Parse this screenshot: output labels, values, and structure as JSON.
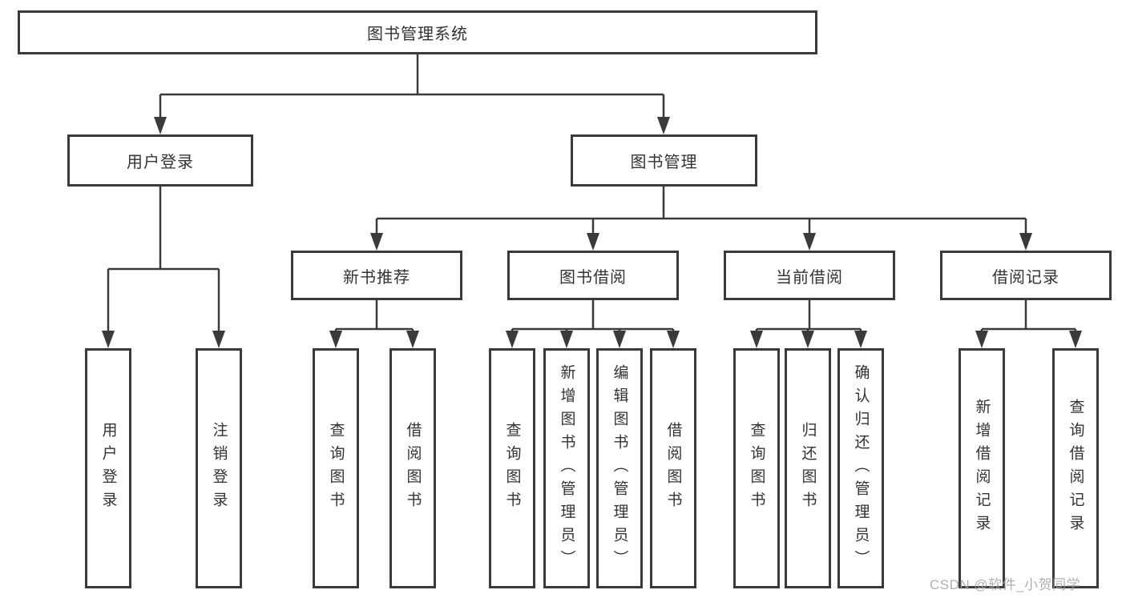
{
  "nodes": {
    "root": "图书管理系统",
    "user_login": "用户登录",
    "book_management": "图书管理",
    "new_book_recommend": "新书推荐",
    "book_borrow": "图书借阅",
    "current_borrow": "当前借阅",
    "borrow_records": "借阅记录",
    "leaf_user_login": "用户登录",
    "leaf_logout": "注销登录",
    "leaf_query_book_1": "查询图书",
    "leaf_borrow_book_1": "借阅图书",
    "leaf_query_book_2": "查询图书",
    "leaf_add_book": "新增图书（管理员）",
    "leaf_edit_book": "编辑图书（管理员）",
    "leaf_borrow_book_2": "借阅图书",
    "leaf_query_book_3": "查询图书",
    "leaf_return_book": "归还图书",
    "leaf_confirm_return": "确认归还（管理员）",
    "leaf_add_record": "新增借阅记录",
    "leaf_query_record": "查询借阅记录"
  },
  "watermark": "CSDN @软件_小贺同学",
  "colors": {
    "line": "#3a3a3a",
    "text": "#333333",
    "watermark": "#a3a3a3",
    "background": "#ffffff"
  }
}
